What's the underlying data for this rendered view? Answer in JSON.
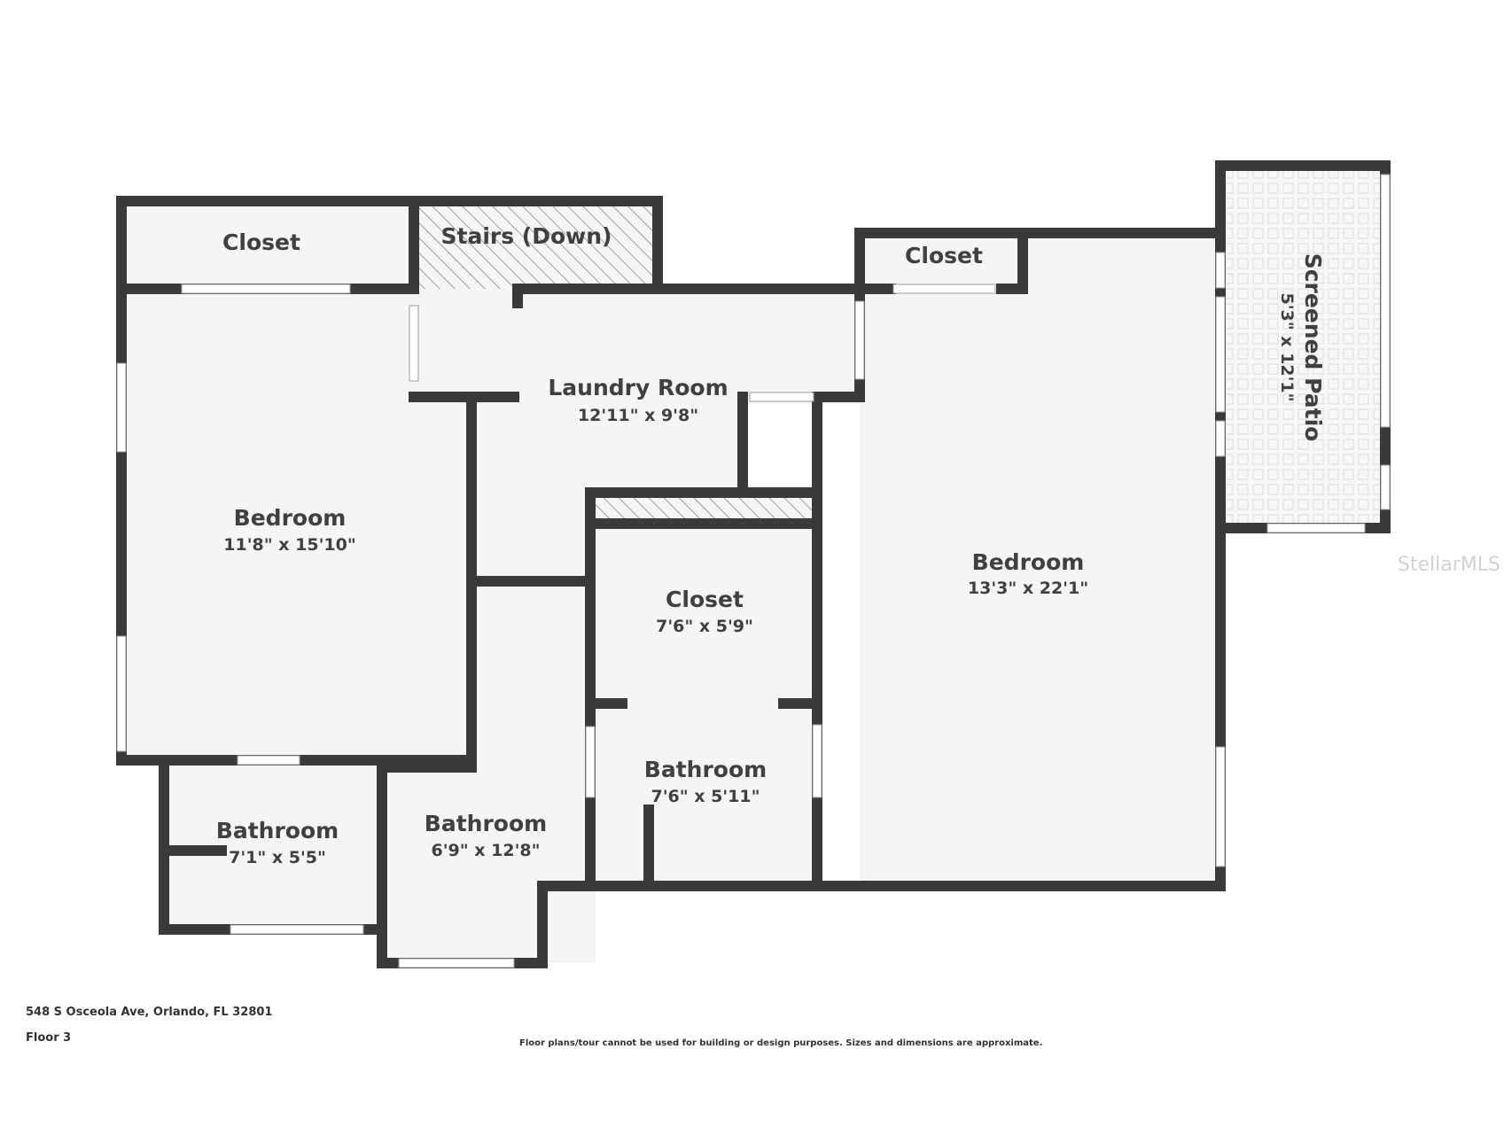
{
  "rooms": {
    "closet_top_left": {
      "name": "Closet"
    },
    "stairs": {
      "name": "Stairs (Down)"
    },
    "closet_top_right": {
      "name": "Closet"
    },
    "laundry": {
      "name": "Laundry Room",
      "dims": "12'11\" x 9'8\""
    },
    "bedroom_left": {
      "name": "Bedroom",
      "dims": "11'8\" x 15'10\""
    },
    "bedroom_right": {
      "name": "Bedroom",
      "dims": "13'3\" x 22'1\""
    },
    "closet_center": {
      "name": "Closet",
      "dims": "7'6\" x 5'9\""
    },
    "bathroom_center": {
      "name": "Bathroom",
      "dims": "7'6\" x 5'11\""
    },
    "bathroom_left": {
      "name": "Bathroom",
      "dims": "7'1\" x 5'5\""
    },
    "bathroom_mid": {
      "name": "Bathroom",
      "dims": "6'9\" x 12'8\""
    },
    "patio": {
      "name": "Screened Patio",
      "dims": "5'3\" x 12'1\""
    }
  },
  "watermark": "StellarMLS",
  "footer": {
    "address": "548 S Osceola Ave, Orlando, FL 32801",
    "floor": "Floor 3",
    "disclaimer": "Floor plans/tour cannot be used for building or design purposes. Sizes and dimensions are approximate."
  },
  "colors": {
    "wall": "#3a3a3a",
    "floor": "#f5f5f5",
    "window": "#ffffff",
    "text": "#404040"
  }
}
